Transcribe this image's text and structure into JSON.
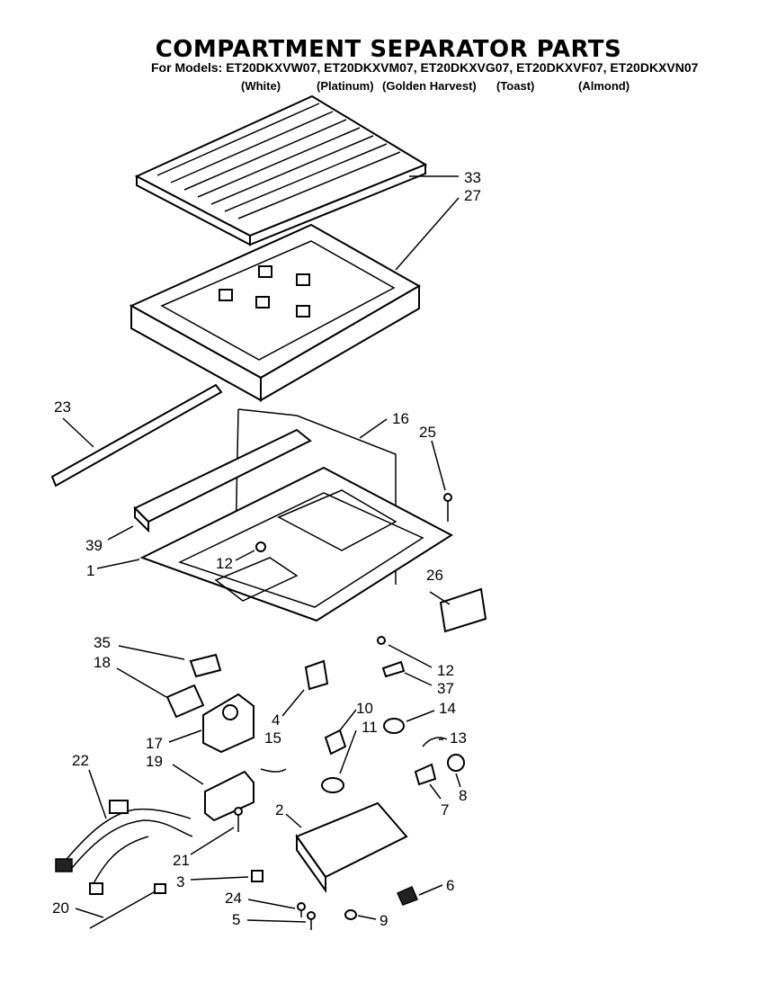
{
  "title": "COMPARTMENT SEPARATOR PARTS",
  "models_line": "For Models: ET20DKXVW07, ET20DKXVM07, ET20DKXVG07, ET20DKXVF07, ET20DKXVN07",
  "colors": [
    "(White)",
    "(Platinum)",
    "(Golden Harvest)",
    "(Toast)",
    "(Almond)"
  ],
  "callouts": {
    "c33": "33",
    "c27": "27",
    "c23": "23",
    "c16": "16",
    "c25": "25",
    "c39": "39",
    "c1": "1",
    "c12a": "12",
    "c26": "26",
    "c35": "35",
    "c18": "18",
    "c12b": "12",
    "c37": "37",
    "c4": "4",
    "c10": "10",
    "c11": "11",
    "c14": "14",
    "c13": "13",
    "c17": "17",
    "c15": "15",
    "c22": "22",
    "c19": "19",
    "c8": "8",
    "c7": "7",
    "c2": "2",
    "c21": "21",
    "c3": "3",
    "c6": "6",
    "c24": "24",
    "c20": "20",
    "c5": "5",
    "c9": "9"
  }
}
